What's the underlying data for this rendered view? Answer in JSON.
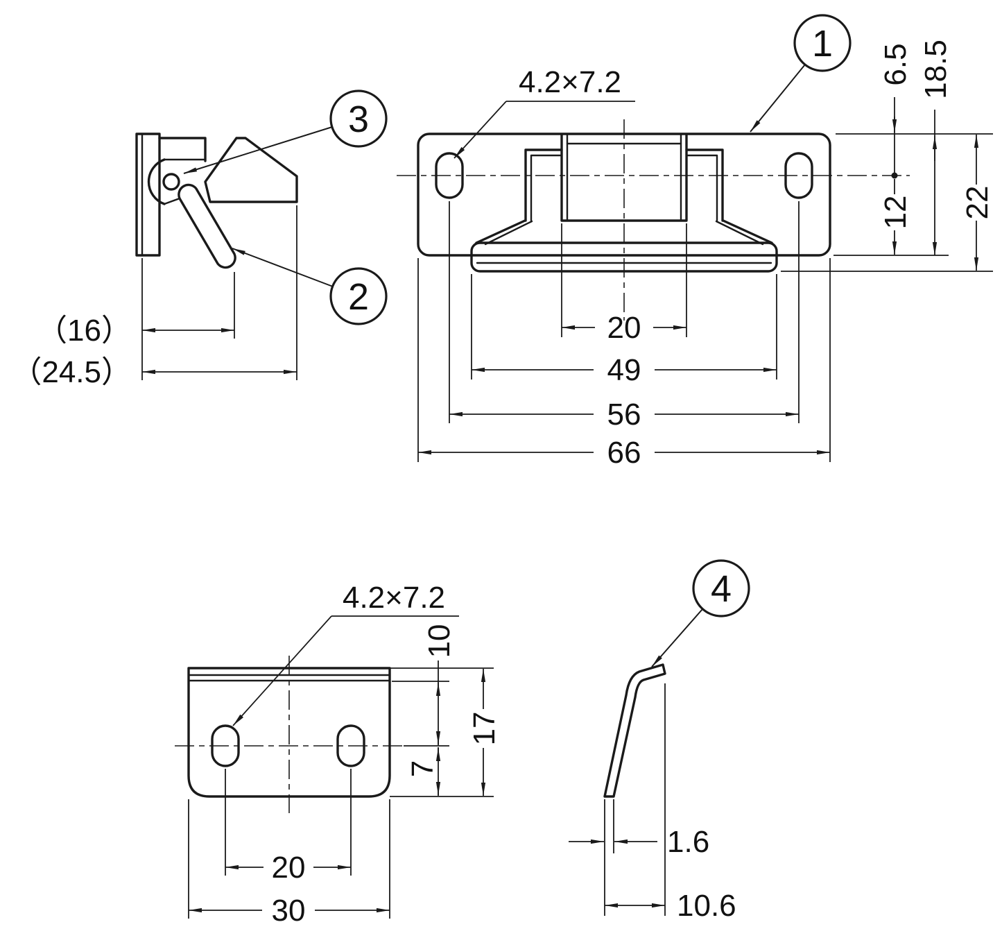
{
  "front": {
    "balloon": "1",
    "slot_label": "4.2×7.2",
    "dims": {
      "d6_5": "6.5",
      "d18_5": "18.5",
      "d12": "12",
      "d22": "22",
      "d20": "20",
      "d49": "49",
      "d56": "56",
      "d66": "66"
    }
  },
  "side": {
    "balloon_pivot": "3",
    "balloon_arm": "2",
    "dims": {
      "d16": "（16）",
      "d24_5": "（24.5）"
    }
  },
  "strike": {
    "slot_label": "4.2×7.2",
    "dims": {
      "d10": "10",
      "d17": "17",
      "d7": "7",
      "d20": "20",
      "d30": "30"
    }
  },
  "bracket": {
    "balloon": "4",
    "dims": {
      "d1_6": "1.6",
      "d10_6": "10.6"
    }
  },
  "colors": {
    "line": "#1a1a1a",
    "background": "#ffffff"
  }
}
